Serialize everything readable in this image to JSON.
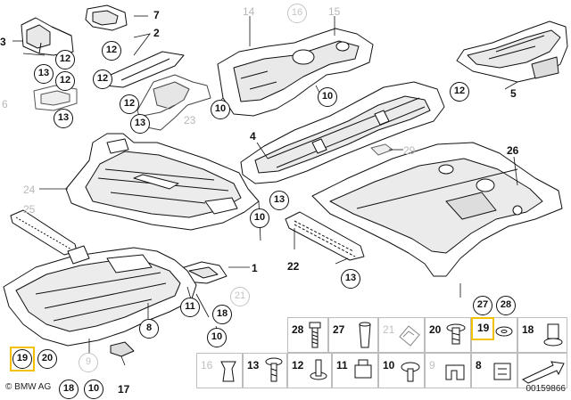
{
  "labels": {
    "n1": "1",
    "n2": "2",
    "n3": "3",
    "n4": "4",
    "n5": "5",
    "n6": "6",
    "n7": "7",
    "n8": "8",
    "n9": "9",
    "n10": "10",
    "n11": "11",
    "n12": "12",
    "n13": "13",
    "n14": "14",
    "n15": "15",
    "n16": "16",
    "n17": "17",
    "n18": "18",
    "n19": "19",
    "n20": "20",
    "n21": "21",
    "n22": "22",
    "n23": "23",
    "n24": "24",
    "n25": "25",
    "n26": "26",
    "n27": "27",
    "n28": "28",
    "n29": "29"
  },
  "highlight_color": "#f2c200",
  "footer": {
    "copyright": "© BMW AG",
    "reference": "00159866"
  }
}
